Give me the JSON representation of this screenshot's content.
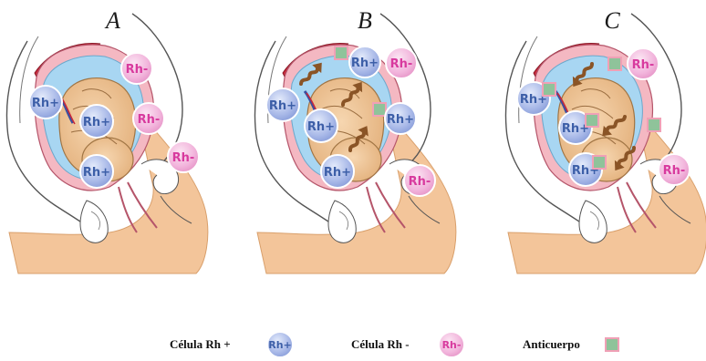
{
  "panels": [
    {
      "letter": "A",
      "fetal_cells": [
        {
          "label": "Rh+"
        },
        {
          "label": "Rh+"
        },
        {
          "label": "Rh+"
        }
      ],
      "maternal_cells": [
        {
          "label": "Rh-"
        },
        {
          "label": "Rh-"
        },
        {
          "label": "Rh-"
        }
      ]
    },
    {
      "letter": "B",
      "fetal_cells": [
        {
          "label": "Rh+"
        },
        {
          "label": "Rh+"
        },
        {
          "label": "Rh+"
        }
      ],
      "migrating_cells": [
        {
          "label": "Rh+"
        },
        {
          "label": "Rh+"
        }
      ],
      "maternal_cells": [
        {
          "label": "Rh-"
        },
        {
          "label": "Rh-"
        }
      ]
    },
    {
      "letter": "C",
      "fetal_cells": [
        {
          "label": "Rh+"
        },
        {
          "label": "Rh+"
        },
        {
          "label": "Rh+"
        }
      ],
      "maternal_cells": [
        {
          "label": "Rh-"
        },
        {
          "label": "Rh-"
        }
      ]
    }
  ],
  "legend": {
    "rh_pos": {
      "text": "Célula Rh +",
      "icon_label": "Rh+"
    },
    "rh_neg": {
      "text": "Célula Rh -",
      "icon_label": "Rh-"
    },
    "antibody": {
      "text": "Anticuerpo"
    }
  },
  "colors": {
    "rh_pos_fill": "#a9b9e8",
    "rh_pos_text": "#3d5fa8",
    "rh_neg_fill": "#f2b5dc",
    "rh_neg_text": "#d83a9e",
    "antibody_fill": "#8fc39a",
    "antibody_border": "#f0a0b6",
    "arrow": "#8a5426",
    "skin": "#f3c59a",
    "placenta": "#c8283a",
    "amniotic": "#a8d6f2"
  }
}
